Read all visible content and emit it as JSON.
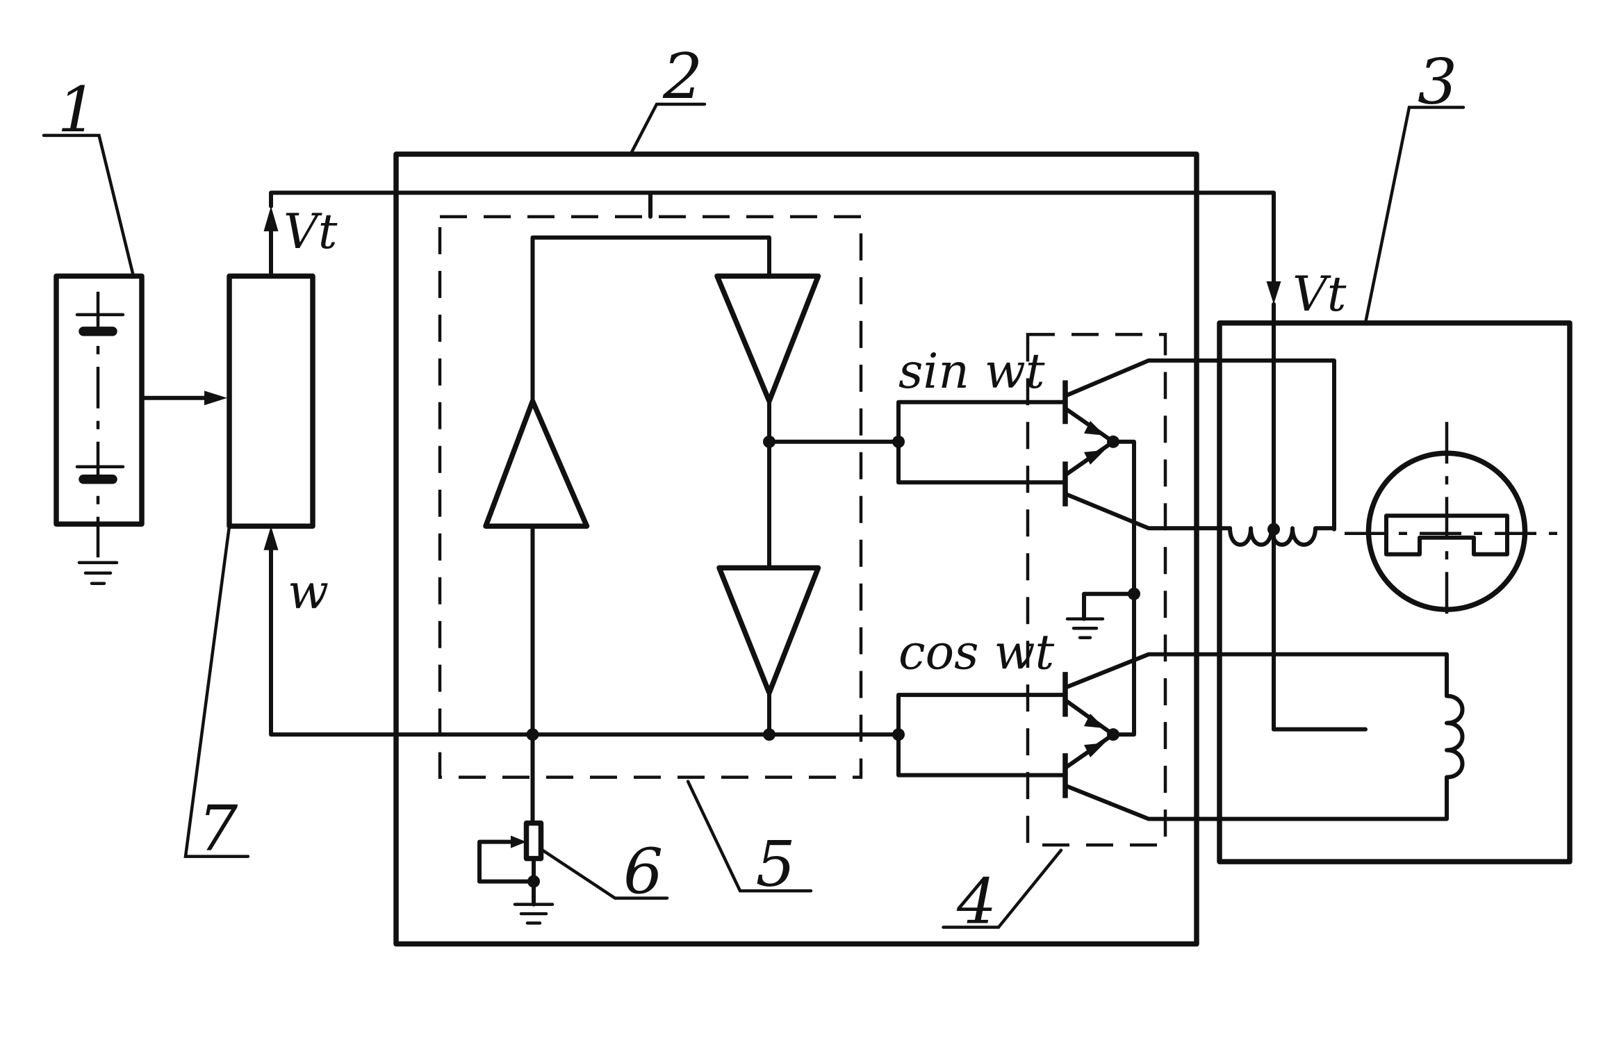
{
  "labels": {
    "ref_1": "1",
    "ref_2": "2",
    "ref_3": "3",
    "ref_4": "4",
    "ref_5": "5",
    "ref_6": "6",
    "ref_7": "7"
  },
  "signals": {
    "vt_left": "Vt",
    "vt_right": "Vt",
    "w": "w",
    "sin": "sin wt",
    "cos": "cos wt"
  }
}
